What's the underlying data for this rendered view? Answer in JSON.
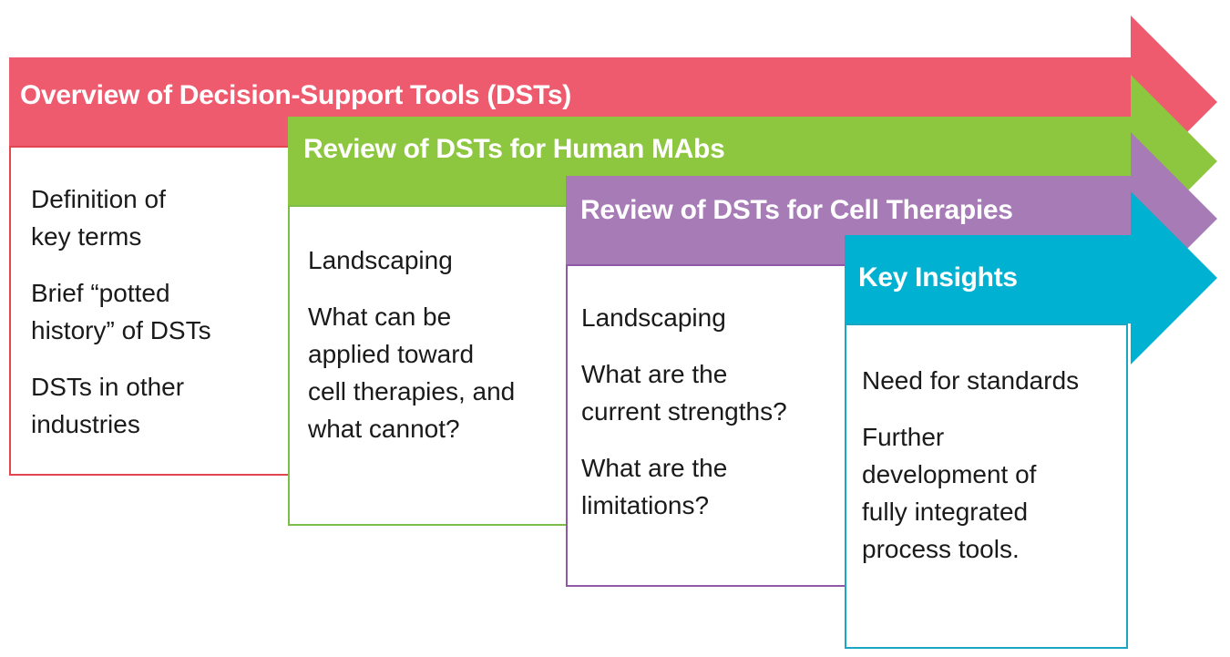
{
  "stages": [
    {
      "title": "Overview of Decision-Support Tools (DSTs)",
      "color": "#ef5b6e",
      "items": [
        [
          "Definition of",
          "key terms"
        ],
        [
          "Brief “potted",
          "history” of DSTs"
        ],
        [
          "DSTs in other",
          "industries"
        ]
      ]
    },
    {
      "title": "Review of DSTs for Human MAbs",
      "color": "#8dc63f",
      "items": [
        [
          "Landscaping"
        ],
        [
          "What can be",
          "applied toward",
          "cell therapies, and",
          "what cannot?"
        ]
      ]
    },
    {
      "title": "Review of DSTs for Cell Therapies",
      "color": "#a67bb6",
      "items": [
        [
          "Landscaping"
        ],
        [
          "What are the",
          "current strengths?"
        ],
        [
          "What are the",
          "limitations?"
        ]
      ]
    },
    {
      "title": "Key Insights",
      "color": "#00b1d2",
      "items": [
        [
          "Need for standards"
        ],
        [
          "Further",
          "development of",
          "fully integrated",
          "process tools."
        ]
      ]
    }
  ]
}
